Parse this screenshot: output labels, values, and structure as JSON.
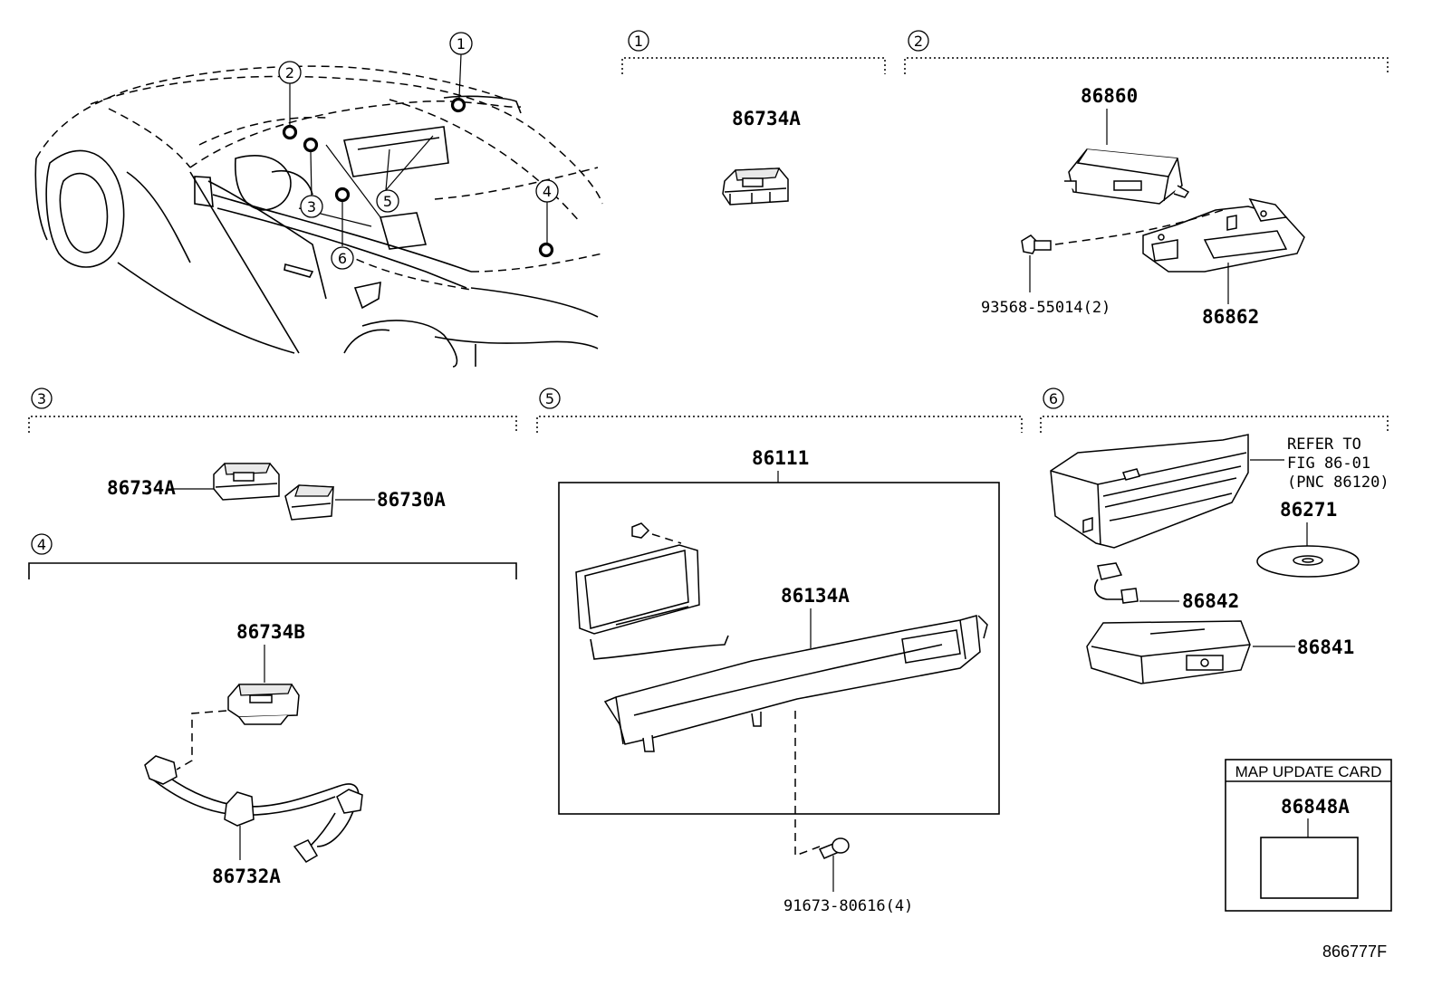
{
  "overview": {
    "callouts": [
      "1",
      "2",
      "3",
      "4",
      "5",
      "6"
    ]
  },
  "sections": {
    "s1": {
      "num": "1",
      "parts": {
        "p86734A": "86734A"
      }
    },
    "s2": {
      "num": "2",
      "parts": {
        "p86860": "86860",
        "p93568": "93568-55014(2)",
        "p86862": "86862"
      }
    },
    "s3": {
      "num": "3",
      "parts": {
        "p86734A": "86734A",
        "p86730A": "86730A"
      }
    },
    "s4": {
      "num": "4",
      "parts": {
        "p86734B": "86734B",
        "p86732A": "86732A"
      }
    },
    "s5": {
      "num": "5",
      "parts": {
        "p86111": "86111",
        "p86134A": "86134A",
        "p91673": "91673-80616(4)"
      }
    },
    "s6": {
      "num": "6",
      "refer": [
        "REFER TO",
        "FIG 86-01",
        "(PNC 86120)"
      ],
      "parts": {
        "p86271": "86271",
        "p86842": "86842",
        "p86841": "86841"
      }
    }
  },
  "map_update_card": {
    "header": "MAP UPDATE CARD",
    "part": "86848A"
  },
  "figure_id": "866777F"
}
